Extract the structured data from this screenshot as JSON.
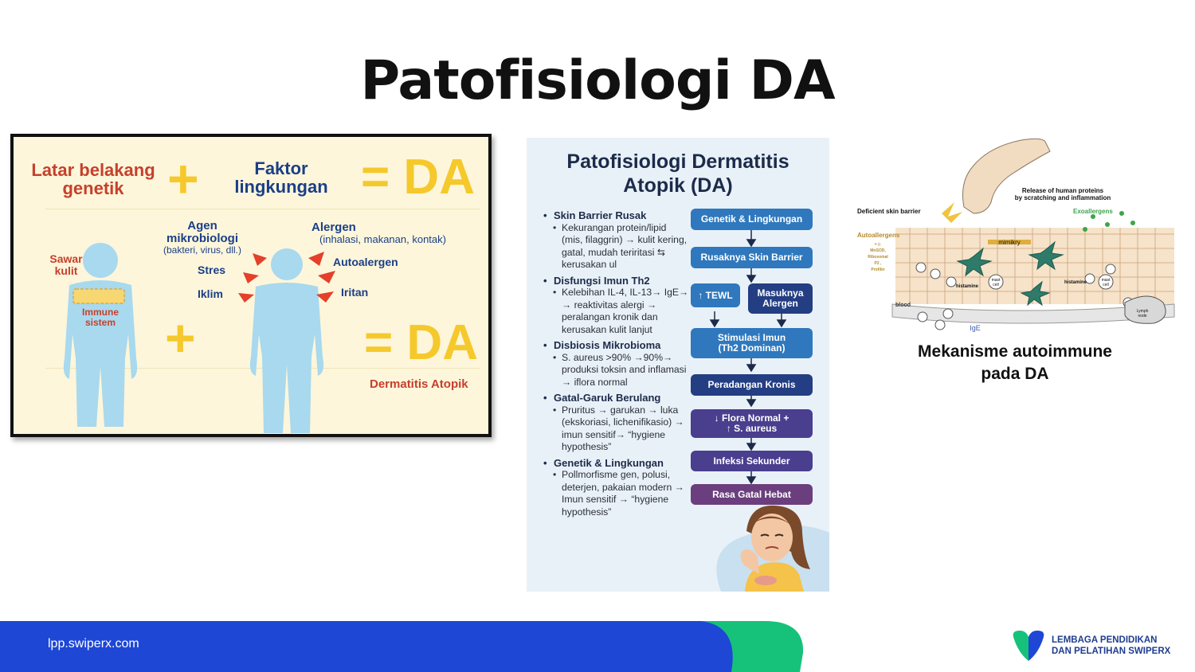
{
  "slide": {
    "title": "Patofisiologi DA"
  },
  "left_panel": {
    "bg_color": "#fdf6db",
    "genetic_label": "Latar belakang genetik",
    "genetic_line1": "Latar belakang",
    "genetic_line2": "genetik",
    "plus": "+",
    "env_line1": "Faktor",
    "env_line2": "lingkungan",
    "equals_da": "= DA",
    "sawar_line1": "Sawar",
    "sawar_line2": "kulit",
    "immune_line1": "Immune",
    "immune_line2": "sistem",
    "agen_line1": "Agen",
    "agen_line2": "mikrobiologi",
    "agen_line3": "(bakteri, virus, dll.)",
    "stres": "Stres",
    "iklim": "Iklim",
    "alergen_line1": "Alergen",
    "alergen_line2": "(inhalasi, makanan, kontak)",
    "autoalergen": "Autoalergen",
    "iritan": "Iritan",
    "dermatitis": "Dermatitis Atopik"
  },
  "infographic": {
    "title_line1": "Patofisiologi Dermatitis",
    "title_line2": "Atopik (DA)",
    "sections": [
      {
        "head": "Skin Barrier Rusak",
        "body": "Kekurangan protein/lipid (mis,  filaggrin) → kulit kering, gatal, mudah teriritasi ⇆ kerusakan ul"
      },
      {
        "head": "Disfungsi Imun Th2",
        "body": "Kelebihan IL-4, IL-13→ IgE→ → reaktivitas alergi → peralangan kronik dan kerusakan kulit lanjut"
      },
      {
        "head": "Disbiosis Mikrobioma",
        "body": "S. aureus >90% →90%→ produksi toksin and inflamasi → iflora normal"
      },
      {
        "head": "Gatal-Garuk Berulang",
        "body": "Pruritus → garukan → luka (ekskoriasi, lichenifikasio) → imun sensitif→ “hygiene hypothesis”"
      },
      {
        "head": "Genetik & Lingkungan",
        "body": "Pollmorfisme gen, polusi, deterjen, pakaian modern → Imun sensitif → “hygiene hypothesis”"
      }
    ],
    "flow": {
      "genetik": "Genetik & Lingkungan",
      "skin": "Rusaknya Skin Barrier",
      "tewl": "↑ TEWL",
      "alergen_l1": "Masuknya",
      "alergen_l2": "Alergen",
      "stim_l1": "Stimulasi Imun",
      "stim_l2": "(Th2 Dominan)",
      "peradangan": "Peradangan Kronis",
      "flora_l1": "↓ Flora Normal +",
      "flora_l2": "↑ S. aureus",
      "infeksi": "Infeksi Sekunder",
      "gatal": "Rasa Gatal Hebat"
    }
  },
  "mechanism_figure": {
    "release_l1": "Release of human proteins",
    "release_l2": "by scratching and inflammation",
    "deficient": "Deficient skin barrier",
    "exo": "Exoallergens",
    "auto": "Autoallergens",
    "auto_eg": "e.g.",
    "auto_1": "MnSOD,",
    "auto_2": "Ribosomal",
    "auto_3": "P2 ,",
    "auto_4": "Profilin",
    "mimikry": "mimikry",
    "histamine": "histamine",
    "mast": "mast",
    "cell": "cell",
    "blood": "blood",
    "lymph_l1": "Lymph",
    "lymph_l2": "node",
    "ige": "IgE",
    "caption_line1": "Mekanisme autoimmune",
    "caption_line2": "pada DA"
  },
  "footer": {
    "url": "lpp.swiperx.com",
    "logo_line1": "LEMBAGA PENDIDIKAN",
    "logo_line2": "DAN PELATIHAN SWIPERX",
    "bar_color": "#1e47d6",
    "accent_color": "#16c27a"
  }
}
